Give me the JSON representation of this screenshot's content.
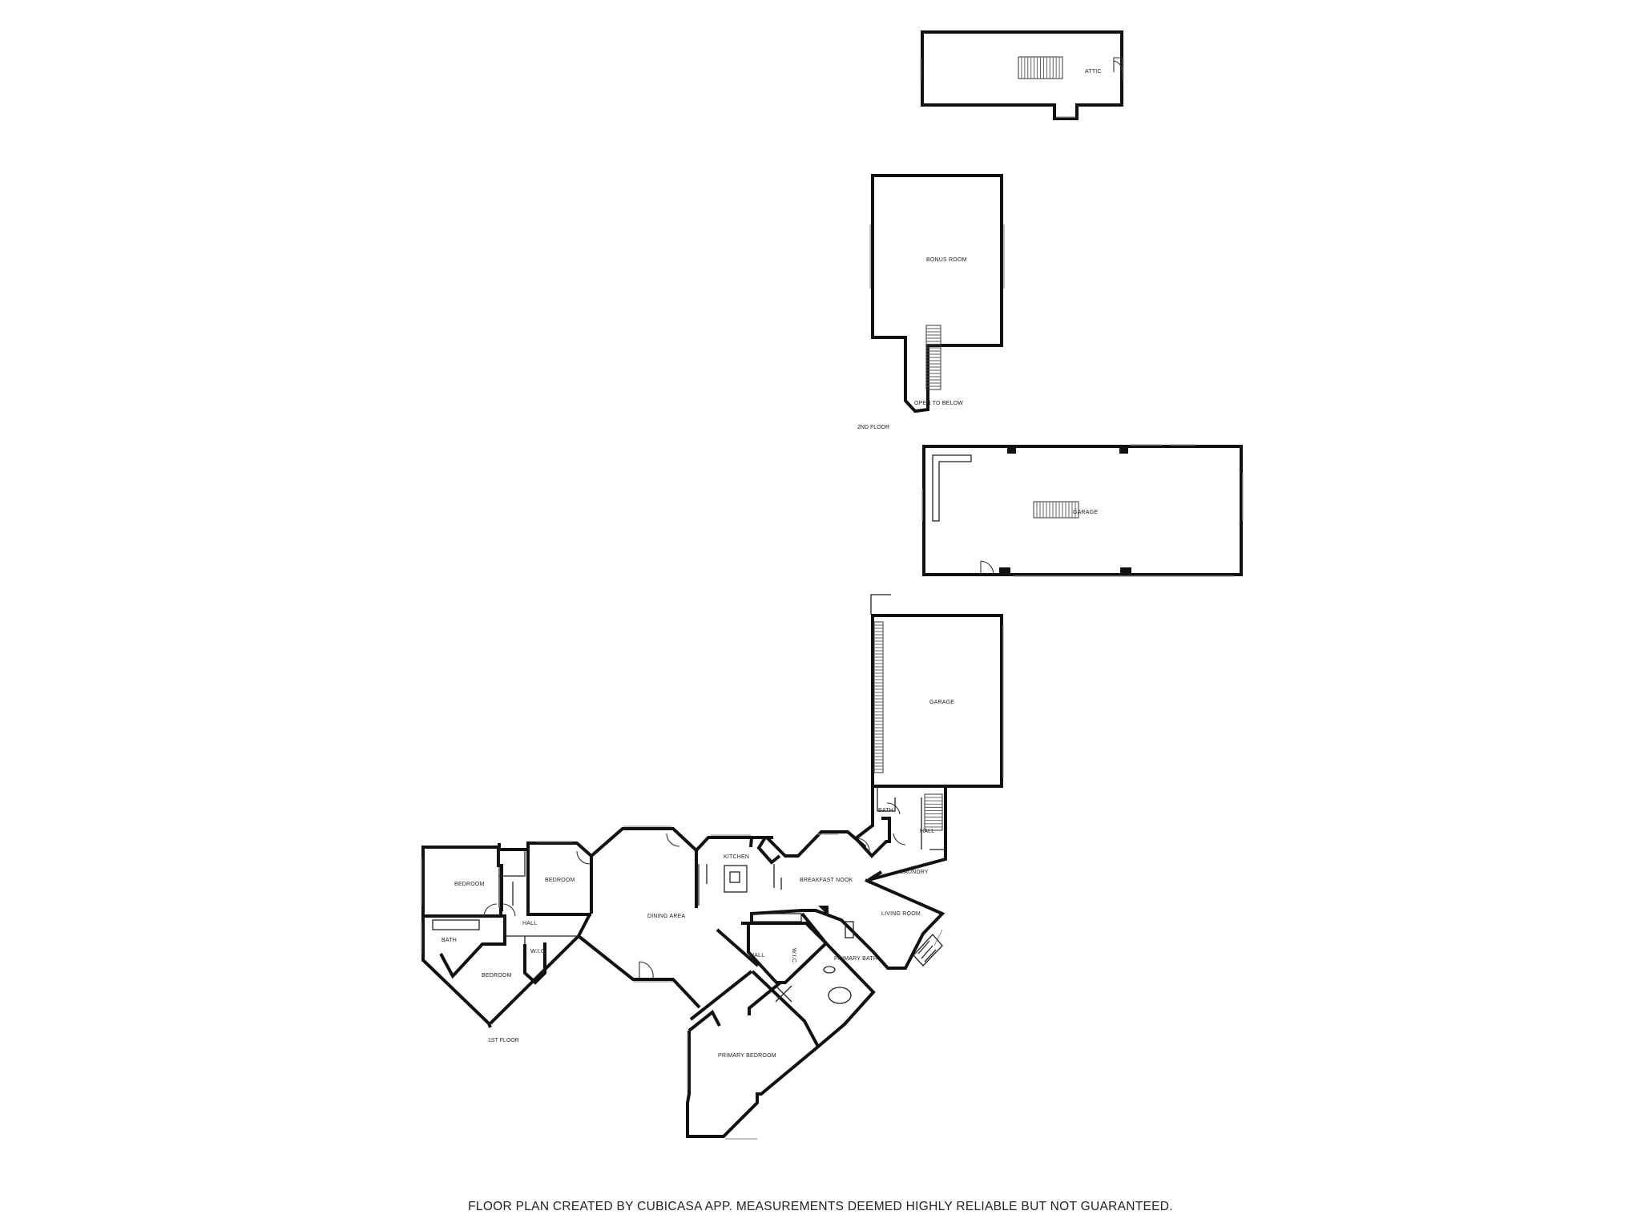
{
  "levels": {
    "attic": {
      "room": "ATTIC"
    },
    "second_floor": {
      "floor_label": "2ND FLOOR",
      "rooms": [
        "BONUS ROOM",
        "OPEN TO BELOW"
      ]
    },
    "garage_upper": {
      "room": "GARAGE"
    },
    "first_floor": {
      "floor_label": "1ST FLOOR",
      "rooms": {
        "garage": "GARAGE",
        "bath_near_garage": "BATH",
        "hall_near_garage": "HALL",
        "laundry": "LAUNDRY",
        "kitchen": "KITCHEN",
        "breakfast_nook": "BREAKFAST NOOK",
        "living_room": "LIVING ROOM",
        "dining_area": "DINING AREA",
        "bedroom_left": "BEDROOM",
        "bedroom_center": "BEDROOM",
        "hall_left": "HALL",
        "bath_left": "BATH",
        "wic_left": "W.I.C.",
        "bedroom_bottom": "BEDROOM",
        "hall_primary": "HALL",
        "wic_primary": "W.I.C.",
        "primary_bath": "PRIMARY BATH",
        "primary_bedroom": "PRIMARY BEDROOM"
      }
    }
  },
  "footer": {
    "disclaimer": "FLOOR PLAN CREATED BY CUBICASA APP. MEASUREMENTS DEEMED HIGHLY RELIABLE BUT NOT GUARANTEED."
  }
}
